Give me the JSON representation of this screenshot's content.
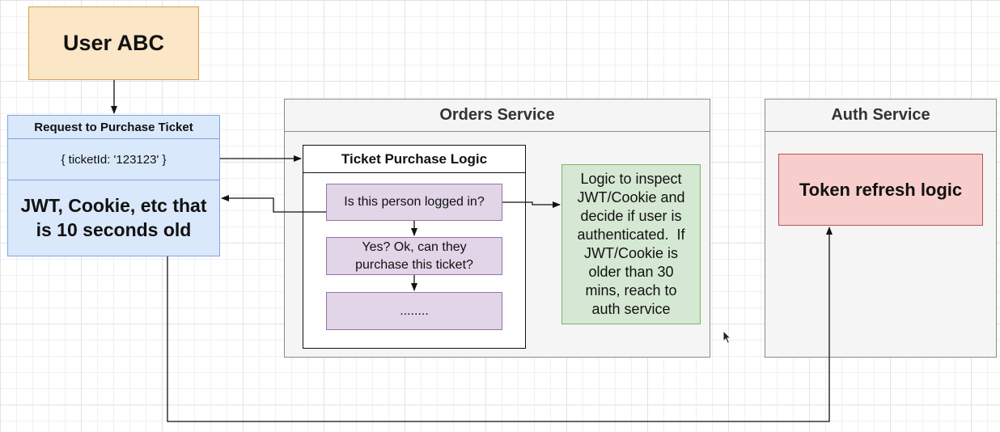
{
  "user": {
    "label": "User ABC"
  },
  "request": {
    "header": "Request to Purchase Ticket",
    "body": "{ ticketId: '123123' }",
    "credentials_line1": "JWT, Cookie, etc that",
    "credentials_line2": "is 10 seconds old"
  },
  "orders_service": {
    "title": "Orders Service",
    "logic": {
      "title": "Ticket Purchase Logic",
      "steps": [
        {
          "line1": "Is this person logged in?"
        },
        {
          "line1": "Yes? Ok, can they",
          "line2": "purchase this ticket?"
        },
        {
          "line1": "........"
        }
      ]
    },
    "note_lines": [
      "Logic to inspect",
      "JWT/Cookie and",
      "decide if user is",
      "authenticated.  If",
      "JWT/Cookie is",
      "older than 30",
      "mins, reach to",
      "auth service"
    ]
  },
  "auth_service": {
    "title": "Auth Service",
    "token_logic": "Token refresh logic"
  },
  "colors": {
    "user_fill": "#fbe6c7",
    "request_fill": "#dae8fc",
    "step_fill": "#e1d5e7",
    "note_fill": "#d5e8d4",
    "token_fill": "#f8cecc",
    "service_fill": "#f5f5f5"
  }
}
